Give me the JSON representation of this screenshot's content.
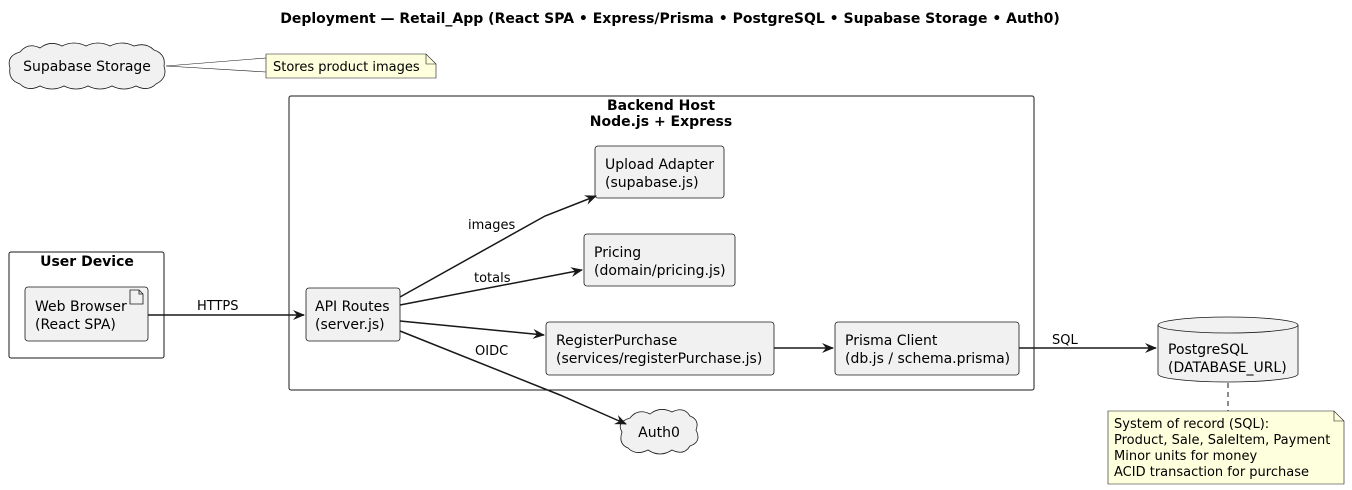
{
  "title": "Deployment — Retail_App (React SPA • Express/Prisma • PostgreSQL • Supabase Storage • Auth0)",
  "nodes": {
    "supabase_storage": "Supabase Storage",
    "auth0": "Auth0",
    "user_device": {
      "title": "User Device",
      "web_browser": [
        "Web Browser",
        "(React SPA)"
      ]
    },
    "backend_host": {
      "title": [
        "Backend Host",
        "Node.js + Express"
      ],
      "api_routes": [
        "API Routes",
        "(server.js)"
      ],
      "upload_adapter": [
        "Upload Adapter",
        "(supabase.js)"
      ],
      "pricing": [
        "Pricing",
        "(domain/pricing.js)"
      ],
      "register_purchase": [
        "RegisterPurchase",
        "(services/registerPurchase.js)"
      ],
      "prisma_client": [
        "Prisma Client",
        "(db.js / schema.prisma)"
      ]
    },
    "postgresql": [
      "PostgreSQL",
      "(DATABASE_URL)"
    ]
  },
  "edges": {
    "https": "HTTPS",
    "images": "images",
    "totals": "totals",
    "oidc": "OIDC",
    "sql": "SQL"
  },
  "notes": {
    "storage_note": "Stores product images",
    "db_note": [
      "System of record (SQL):",
      "Product, Sale, SaleItem, Payment",
      "Minor units for money",
      "ACID transaction for purchase"
    ]
  }
}
